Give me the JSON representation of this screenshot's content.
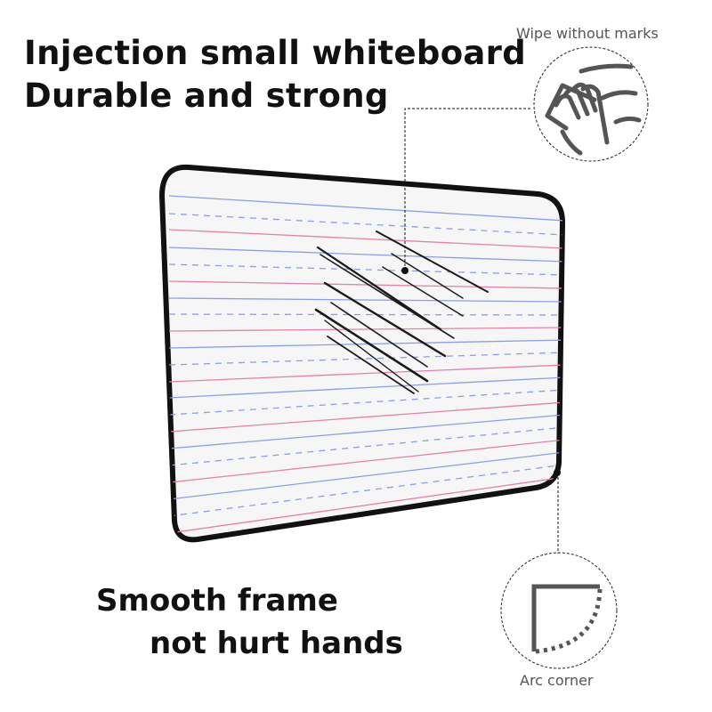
{
  "headline": {
    "line1": "Injection small whiteboard",
    "line2": "Durable and strong"
  },
  "callouts": {
    "wipe": {
      "label": "Wipe without marks",
      "icon": "hand-wiping-icon"
    },
    "corner": {
      "label": "Arc corner",
      "icon": "arc-corner-icon"
    }
  },
  "footer": {
    "line1": "Smooth frame",
    "line2": "not hurt hands"
  },
  "colors": {
    "frame": "#111111",
    "board": "#f6f6f7",
    "blue_line": "#8a9ee8",
    "pink_line": "#e77fae",
    "icon_gray": "#555555"
  }
}
